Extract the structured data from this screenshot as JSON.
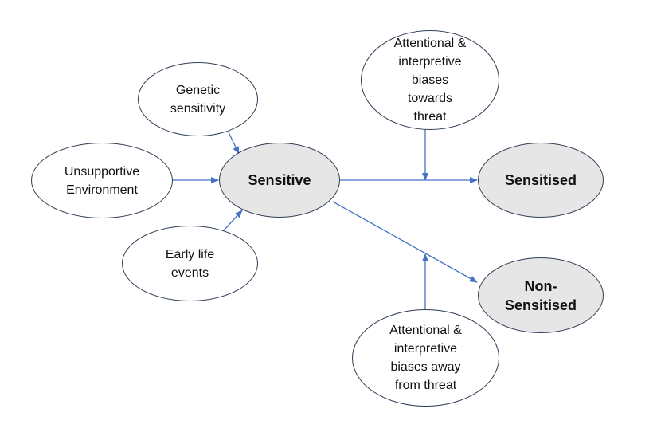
{
  "diagram": {
    "nodes": {
      "genetic": "Genetic\nsensitivity",
      "unsupportive": "Unsupportive\nEnvironment",
      "early": "Early life\nevents",
      "sensitive": "Sensitive",
      "towards": "Attentional &\ninterpretive\nbiases\ntowards\nthreat",
      "sensitised": "Sensitised",
      "non_sensitised": "Non-\nSensitised",
      "away": "Attentional &\ninterpretive\nbiases away\nfrom threat"
    },
    "colors": {
      "arrow": "#4472c4",
      "outline": "#2f3d55",
      "state_fill": "#e7e6e6"
    }
  }
}
